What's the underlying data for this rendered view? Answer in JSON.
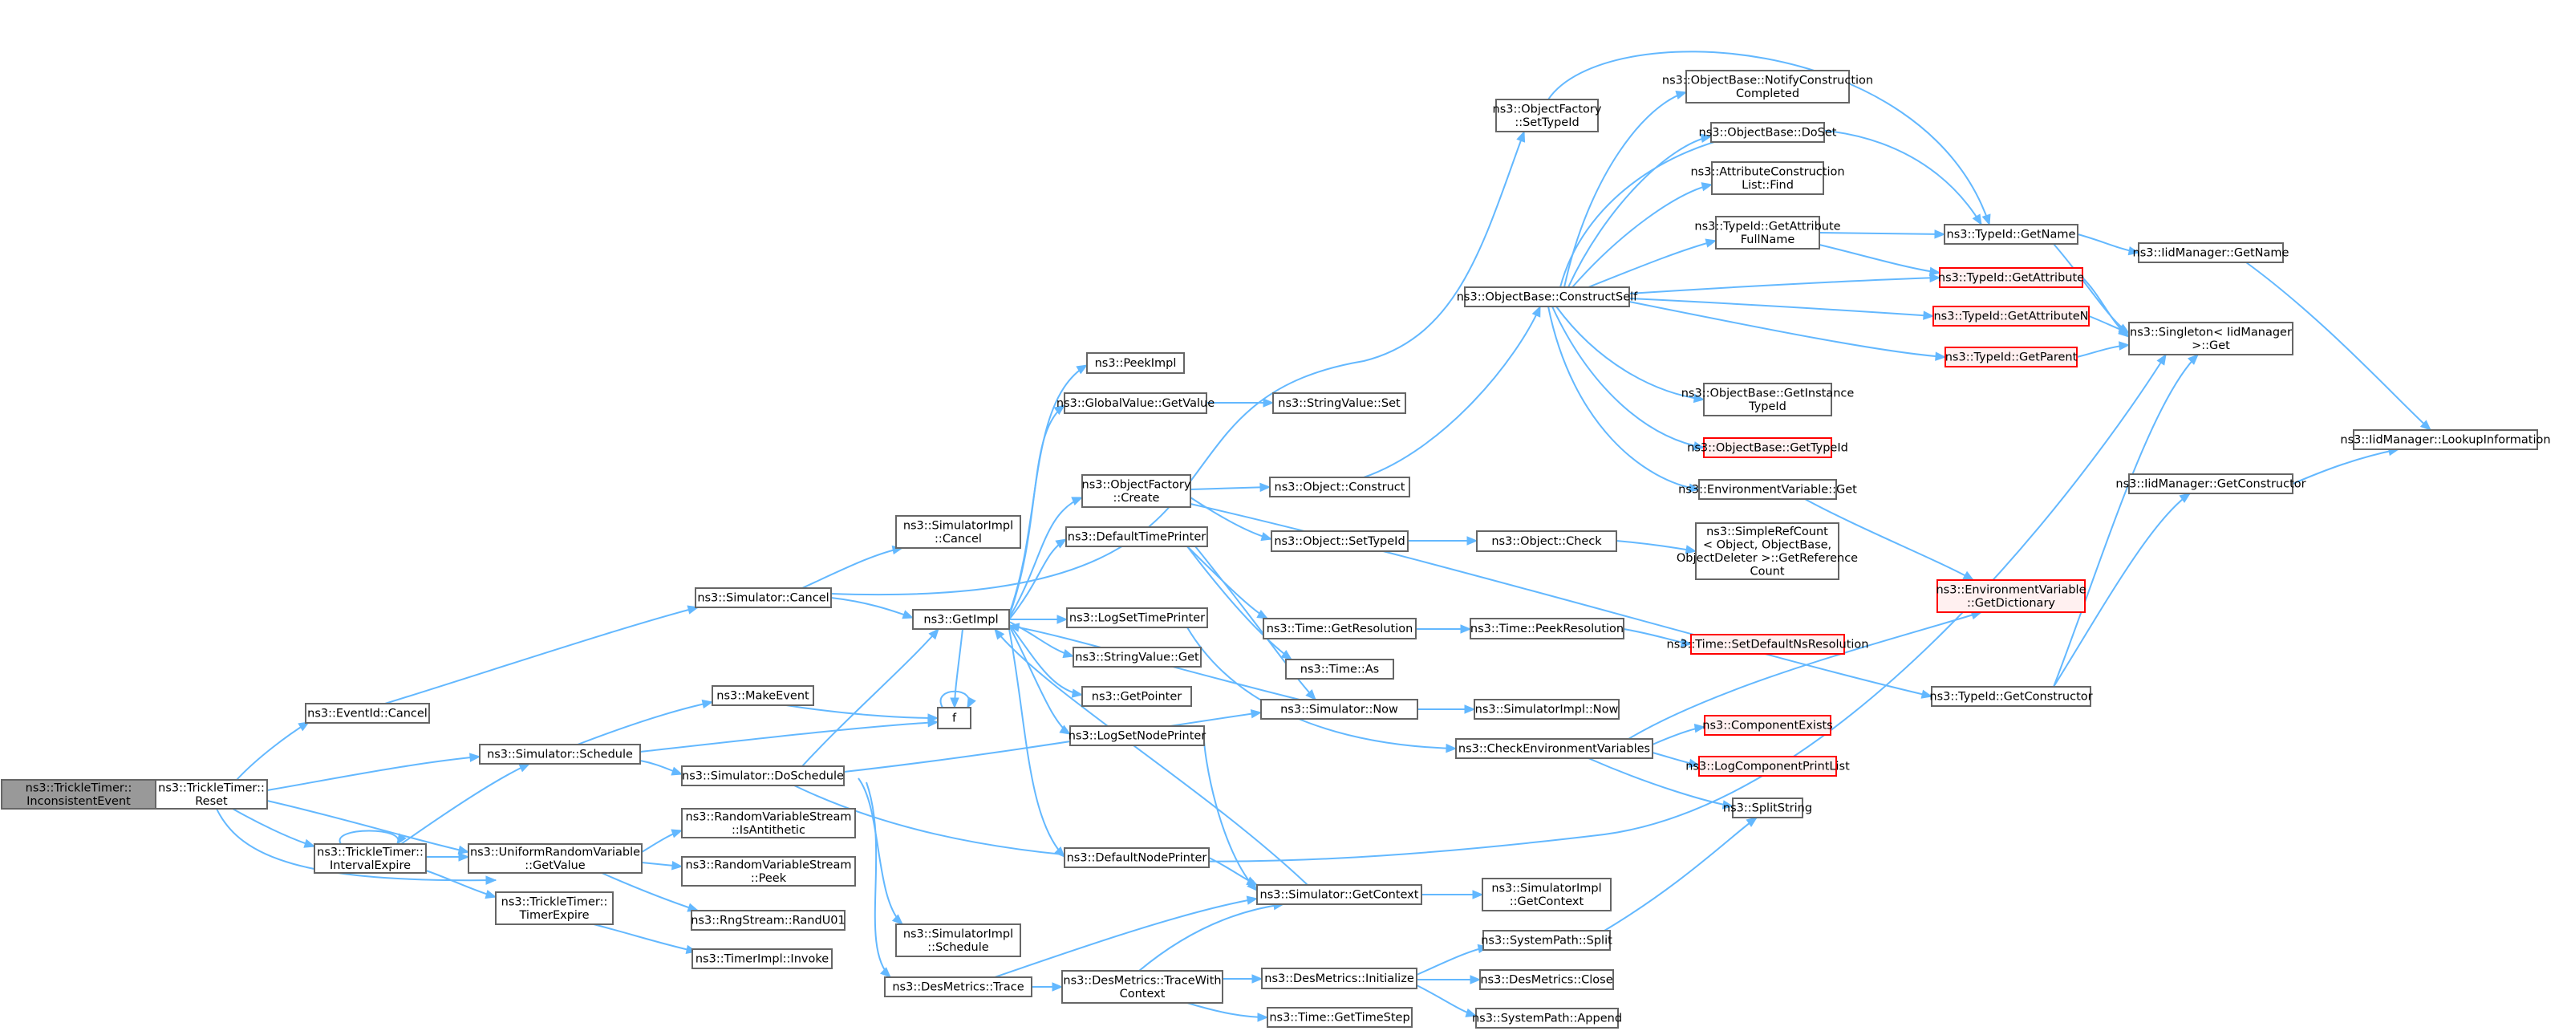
{
  "graph": {
    "edge_color": "#63b8ff",
    "node_border_color": "#666666",
    "root_fill_color": "#999999",
    "red_border_color": "#ff0000",
    "nodes": [
      {
        "id": "root",
        "lines": [
          "ns3::TrickleTimer::",
          "InconsistentEvent"
        ],
        "style": "root"
      },
      {
        "id": "reset",
        "lines": [
          "ns3::TrickleTimer::",
          "Reset"
        ]
      },
      {
        "id": "evcancel",
        "lines": [
          "ns3::EventId::Cancel"
        ]
      },
      {
        "id": "schedule",
        "lines": [
          "ns3::Simulator::Schedule"
        ]
      },
      {
        "id": "intexp",
        "lines": [
          "ns3::TrickleTimer::",
          "IntervalExpire"
        ]
      },
      {
        "id": "urv",
        "lines": [
          "ns3::UniformRandomVariable",
          "::GetValue"
        ]
      },
      {
        "id": "tmexp",
        "lines": [
          "ns3::TrickleTimer::",
          "TimerExpire"
        ]
      },
      {
        "id": "simcancel",
        "lines": [
          "ns3::Simulator::Cancel"
        ]
      },
      {
        "id": "makeevent",
        "lines": [
          "ns3::MakeEvent"
        ]
      },
      {
        "id": "dosched",
        "lines": [
          "ns3::Simulator::DoSchedule"
        ]
      },
      {
        "id": "isanti",
        "lines": [
          "ns3::RandomVariableStream",
          "::IsAntithetic"
        ]
      },
      {
        "id": "peek",
        "lines": [
          "ns3::RandomVariableStream",
          "::Peek"
        ]
      },
      {
        "id": "randu01",
        "lines": [
          "ns3::RngStream::RandU01"
        ]
      },
      {
        "id": "invoke",
        "lines": [
          "ns3::TimerImpl::Invoke"
        ]
      },
      {
        "id": "simimplcancel",
        "lines": [
          "ns3::SimulatorImpl",
          "::Cancel"
        ]
      },
      {
        "id": "getimpl",
        "lines": [
          "ns3::GetImpl"
        ]
      },
      {
        "id": "f",
        "lines": [
          "f"
        ]
      },
      {
        "id": "simimplsched",
        "lines": [
          "ns3::SimulatorImpl",
          "::Schedule"
        ]
      },
      {
        "id": "dmtrace",
        "lines": [
          "ns3::DesMetrics::Trace"
        ]
      },
      {
        "id": "peekimpl",
        "lines": [
          "ns3::PeekImpl"
        ]
      },
      {
        "id": "gvget",
        "lines": [
          "ns3::GlobalValue::GetValue"
        ]
      },
      {
        "id": "ofcreate",
        "lines": [
          "ns3::ObjectFactory",
          "::Create"
        ]
      },
      {
        "id": "deftp",
        "lines": [
          "ns3::DefaultTimePrinter"
        ]
      },
      {
        "id": "logstp",
        "lines": [
          "ns3::LogSetTimePrinter"
        ]
      },
      {
        "id": "svget",
        "lines": [
          "ns3::StringValue::Get"
        ]
      },
      {
        "id": "getptr",
        "lines": [
          "ns3::GetPointer"
        ]
      },
      {
        "id": "logsnp",
        "lines": [
          "ns3::LogSetNodePrinter"
        ]
      },
      {
        "id": "defnp",
        "lines": [
          "ns3::DefaultNodePrinter"
        ]
      },
      {
        "id": "dmtracewith",
        "lines": [
          "ns3::DesMetrics::TraceWith",
          "Context"
        ]
      },
      {
        "id": "svset",
        "lines": [
          "ns3::StringValue::Set"
        ]
      },
      {
        "id": "objconstruct",
        "lines": [
          "ns3::Object::Construct"
        ]
      },
      {
        "id": "objsettid",
        "lines": [
          "ns3::Object::SetTypeId"
        ]
      },
      {
        "id": "timegetres",
        "lines": [
          "ns3::Time::GetResolution"
        ]
      },
      {
        "id": "timeas",
        "lines": [
          "ns3::Time::As"
        ]
      },
      {
        "id": "simnow",
        "lines": [
          "ns3::Simulator::Now"
        ]
      },
      {
        "id": "checkenv",
        "lines": [
          "ns3::CheckEnvironmentVariables"
        ]
      },
      {
        "id": "simgetctx",
        "lines": [
          "ns3::Simulator::GetContext"
        ]
      },
      {
        "id": "dminit",
        "lines": [
          "ns3::DesMetrics::Initialize"
        ]
      },
      {
        "id": "timegetstep",
        "lines": [
          "ns3::Time::GetTimeStep"
        ]
      },
      {
        "id": "ofsettid",
        "lines": [
          "ns3::ObjectFactory",
          "::SetTypeId"
        ]
      },
      {
        "id": "obcs",
        "lines": [
          "ns3::ObjectBase::ConstructSelf"
        ]
      },
      {
        "id": "objcheck",
        "lines": [
          "ns3::Object::Check"
        ]
      },
      {
        "id": "timepeekres",
        "lines": [
          "ns3::Time::PeekResolution"
        ]
      },
      {
        "id": "siminow",
        "lines": [
          "ns3::SimulatorImpl::Now"
        ]
      },
      {
        "id": "simigetctx",
        "lines": [
          "ns3::SimulatorImpl",
          "::GetContext"
        ]
      },
      {
        "id": "spsplit",
        "lines": [
          "ns3::SystemPath::Split"
        ]
      },
      {
        "id": "dmclose",
        "lines": [
          "ns3::DesMetrics::Close"
        ]
      },
      {
        "id": "spappend",
        "lines": [
          "ns3::SystemPath::Append"
        ]
      },
      {
        "id": "obnotify",
        "lines": [
          "ns3::ObjectBase::NotifyConstruction",
          "Completed"
        ]
      },
      {
        "id": "obdoset",
        "lines": [
          "ns3::ObjectBase::DoSet"
        ]
      },
      {
        "id": "acfind",
        "lines": [
          "ns3::AttributeConstruction",
          "List::Find"
        ]
      },
      {
        "id": "tidgafn",
        "lines": [
          "ns3::TypeId::GetAttribute",
          "FullName"
        ]
      },
      {
        "id": "obgetinst",
        "lines": [
          "ns3::ObjectBase::GetInstance",
          "TypeId"
        ]
      },
      {
        "id": "obgettid",
        "lines": [
          "ns3::ObjectBase::GetTypeId"
        ],
        "style": "red"
      },
      {
        "id": "envget",
        "lines": [
          "ns3::EnvironmentVariable::Get"
        ]
      },
      {
        "id": "refcount",
        "lines": [
          "ns3::SimpleRefCount",
          "< Object, ObjectBase,",
          "ObjectDeleter >::GetReference",
          "Count"
        ]
      },
      {
        "id": "setdefres",
        "lines": [
          "ns3::Time::SetDefaultNsResolution"
        ],
        "style": "red"
      },
      {
        "id": "compexists",
        "lines": [
          "ns3::ComponentExists"
        ],
        "style": "red"
      },
      {
        "id": "logcpl",
        "lines": [
          "ns3::LogComponentPrintList"
        ],
        "style": "red"
      },
      {
        "id": "splitstring",
        "lines": [
          "ns3::SplitString"
        ]
      },
      {
        "id": "tidgetname",
        "lines": [
          "ns3::TypeId::GetName"
        ]
      },
      {
        "id": "tidgetattr",
        "lines": [
          "ns3::TypeId::GetAttribute"
        ],
        "style": "red"
      },
      {
        "id": "tidgetattrn",
        "lines": [
          "ns3::TypeId::GetAttributeN"
        ],
        "style": "red"
      },
      {
        "id": "tidgetparent",
        "lines": [
          "ns3::TypeId::GetParent"
        ],
        "style": "red"
      },
      {
        "id": "envdict",
        "lines": [
          "ns3::EnvironmentVariable",
          "::GetDictionary"
        ],
        "style": "red"
      },
      {
        "id": "tidgetctor",
        "lines": [
          "ns3::TypeId::GetConstructor"
        ]
      },
      {
        "id": "iidgetname",
        "lines": [
          "ns3::IidManager::GetName"
        ]
      },
      {
        "id": "singleton",
        "lines": [
          "ns3::Singleton< IidManager",
          ">::Get"
        ]
      },
      {
        "id": "iidgetctor",
        "lines": [
          "ns3::IidManager::GetConstructor"
        ]
      },
      {
        "id": "iidlookup",
        "lines": [
          "ns3::IidManager::LookupInformation"
        ]
      }
    ]
  }
}
